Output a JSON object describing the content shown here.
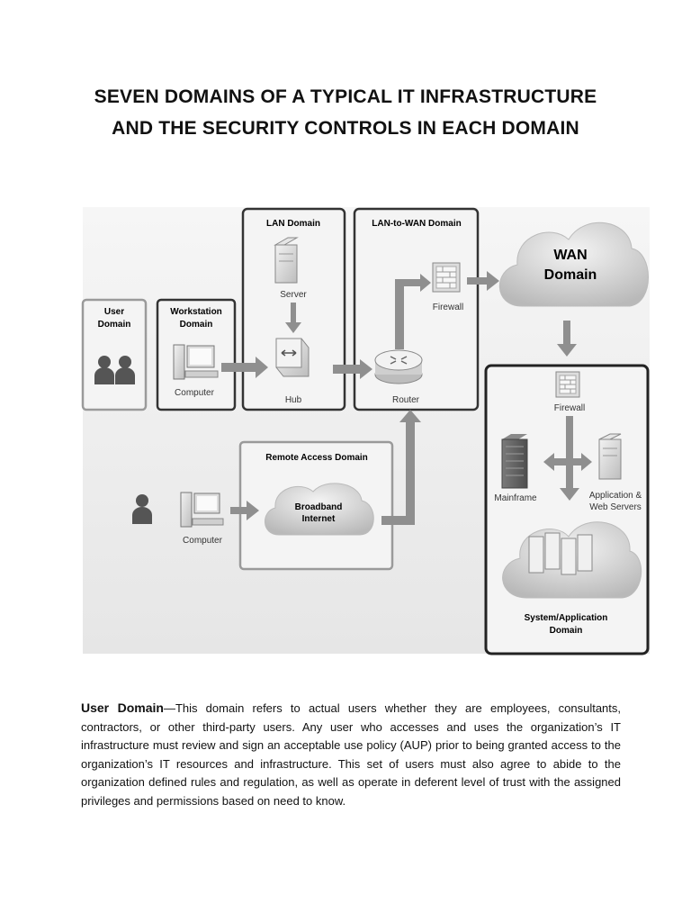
{
  "title": {
    "line1": "SEVEN DOMAINS OF A TYPICAL IT INFRASTRUCTURE",
    "line2": "AND THE SECURITY CONTROLS IN EACH DOMAIN"
  },
  "diagram": {
    "user_domain": {
      "title_l1": "User",
      "title_l2": "Domain"
    },
    "workstation_domain": {
      "title_l1": "Workstation",
      "title_l2": "Domain",
      "computer_label": "Computer"
    },
    "lan_domain": {
      "title": "LAN Domain",
      "server_label": "Server",
      "hub_label": "Hub"
    },
    "lan_to_wan_domain": {
      "title": "LAN-to-WAN Domain",
      "firewall_label": "Firewall",
      "router_label": "Router"
    },
    "wan_domain": {
      "title_l1": "WAN",
      "title_l2": "Domain"
    },
    "remote_access_domain": {
      "title": "Remote Access Domain",
      "cloud_l1": "Broadband",
      "cloud_l2": "Internet",
      "computer_label": "Computer"
    },
    "system_application_domain": {
      "title_l1": "System/Application",
      "title_l2": "Domain",
      "firewall_label": "Firewall",
      "mainframe_label": "Mainframe",
      "servers_label_l1": "Application &",
      "servers_label_l2": "Web Servers"
    }
  },
  "paragraph": {
    "lead": "User Domain",
    "text": "—This domain refers to actual users whether they are employees, consultants, contractors, or other third-party users. Any user who accesses and uses the organization’s IT infrastructure must review and sign an acceptable use policy (AUP) prior to being granted access to the organization’s IT resources and infrastructure. This set of users must also agree to abide to the organization defined rules and regulation, as well as operate in deferent level of trust with the assigned privileges and permissions based on need to know."
  }
}
